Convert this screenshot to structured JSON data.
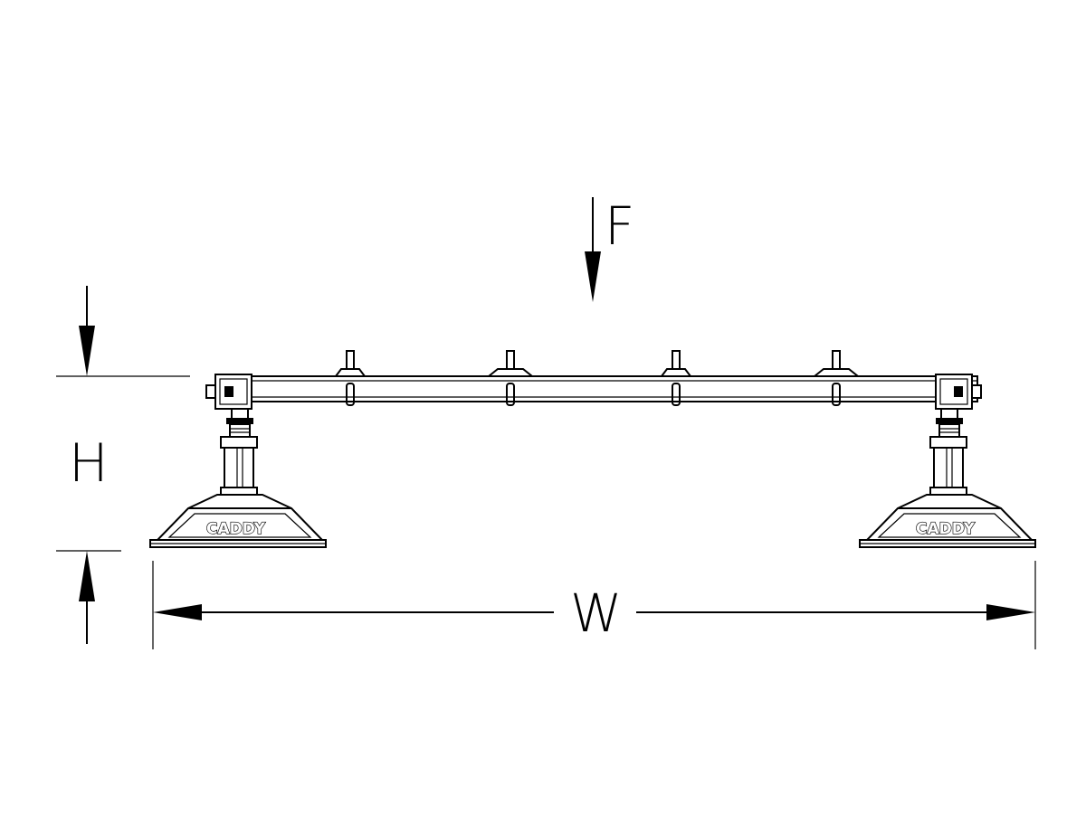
{
  "diagram": {
    "labels": {
      "force": "F",
      "height": "H",
      "width": "W"
    },
    "brand_left": "CADDY",
    "brand_right": "CADDY"
  }
}
